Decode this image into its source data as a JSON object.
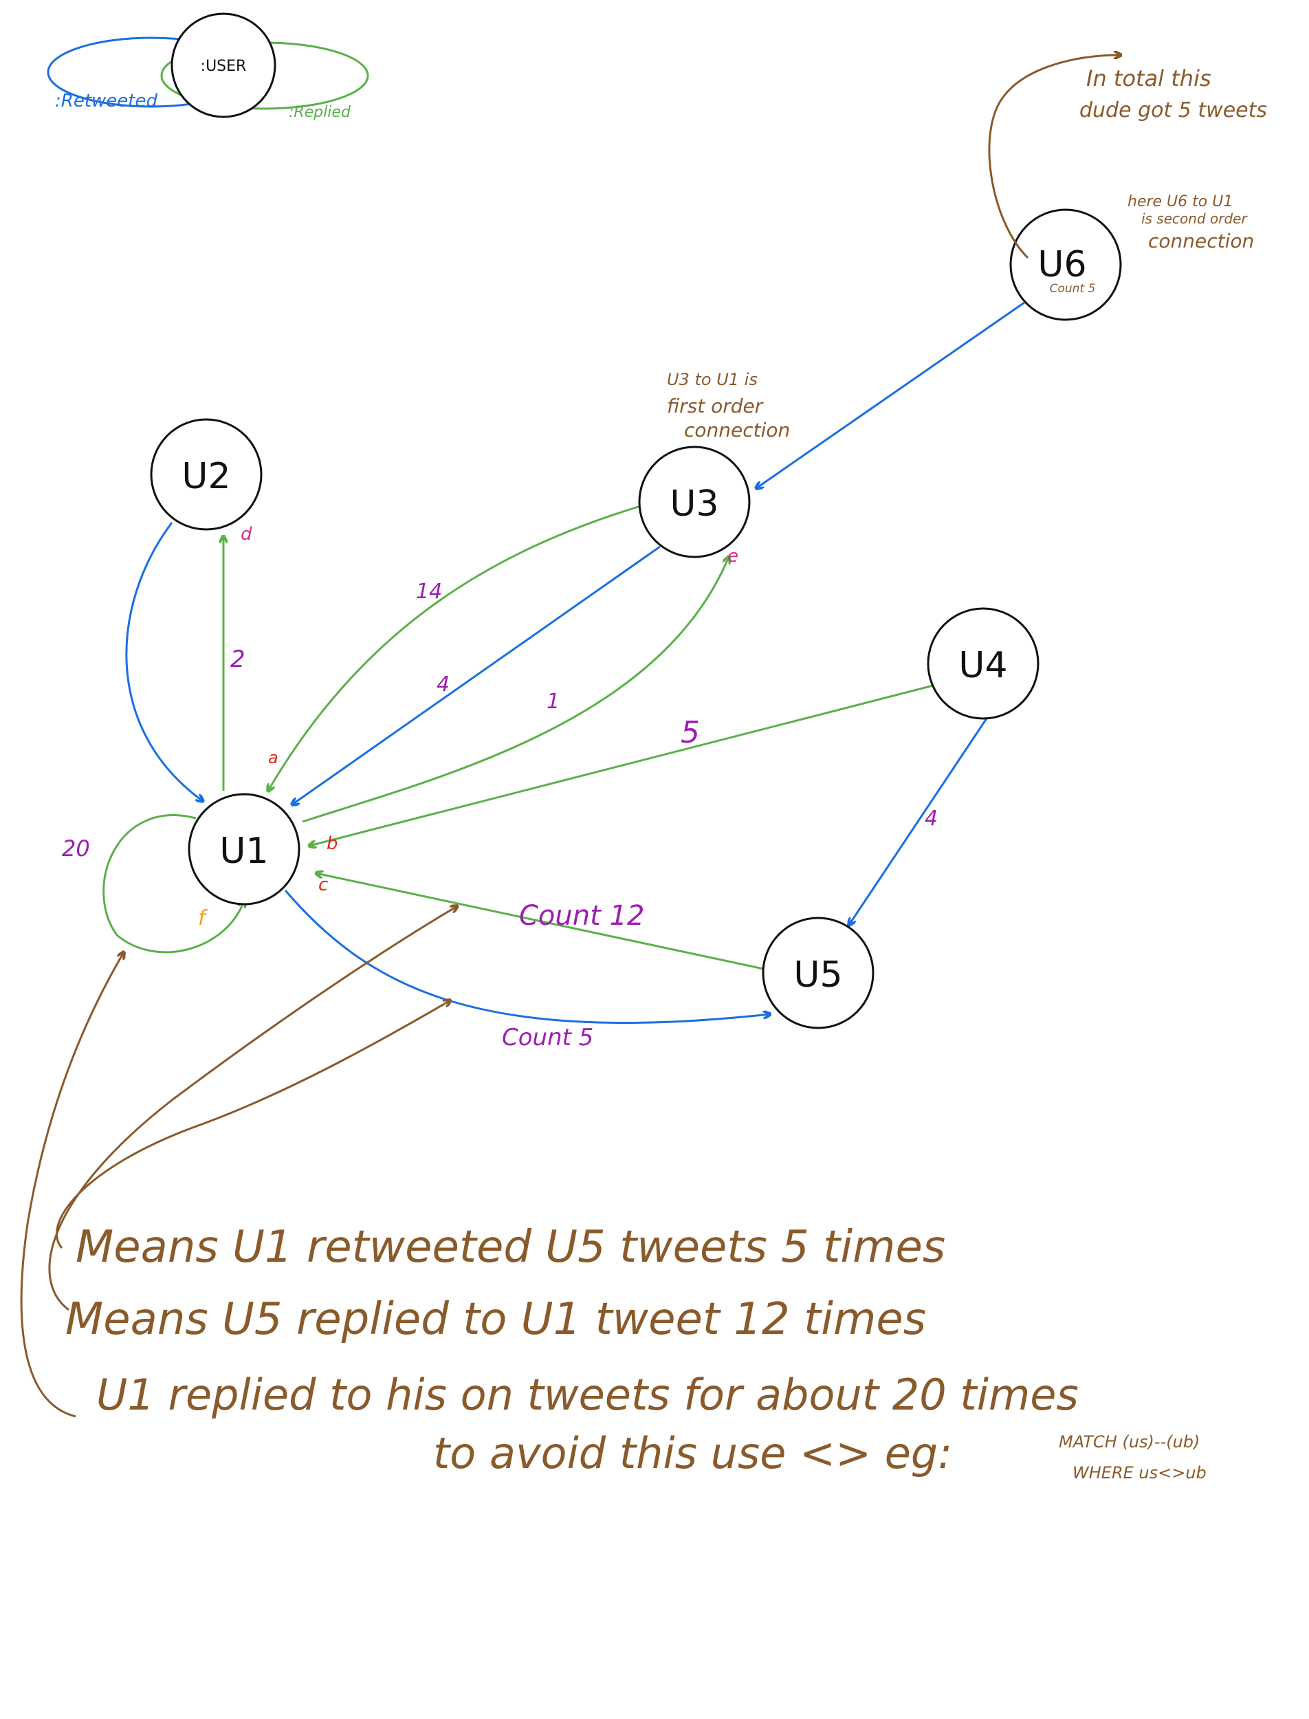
{
  "colors": {
    "retweeted": "#1a6fe0",
    "replied": "#5bb04a",
    "annotation": "#8a5a2b",
    "count": "#9b1fb0",
    "letter_red": "#e0261b",
    "letter_magenta": "#d62a8c",
    "letter_orange": "#f0a020"
  },
  "legend": {
    "node": ":USER",
    "retweeted": ":Retweeted",
    "replied": ":Replied"
  },
  "nodes": {
    "u1": "U1",
    "u2": "U2",
    "u3": "U3",
    "u4": "U4",
    "u5": "U5",
    "u6": "U6",
    "u6_sub": "Count 5"
  },
  "edge_counts": {
    "u2_u1": "2",
    "u1_u3_green": "14",
    "u3_u1_blue": "4",
    "u1_u3_loop": "1",
    "u4_u1": "5",
    "u4_u5": "4",
    "u5_u1": "Count 12",
    "u1_u5": "Count 5",
    "u1_self": "20"
  },
  "edge_letters": {
    "a": "a",
    "b": "b",
    "c": "c",
    "d": "d",
    "e": "e",
    "f": "f"
  },
  "notes": {
    "u6_total": [
      "In total this",
      "dude got 5 tweets"
    ],
    "u6_second_order": [
      "here U6 to U1",
      "is second order",
      "connection"
    ],
    "u3_first_order": [
      "U3 to U1 is",
      "first order",
      "connection"
    ],
    "line1": "Means U1 retweeted U5 tweets 5 times",
    "line2": "Means U5 replied to U1 tweet 12 times",
    "line3": "U1 replied to his on tweets for about 20 times",
    "line4": "to avoid this use <> eg:",
    "code1": "MATCH (us)--(ub)",
    "code2": "WHERE us<>ub"
  }
}
